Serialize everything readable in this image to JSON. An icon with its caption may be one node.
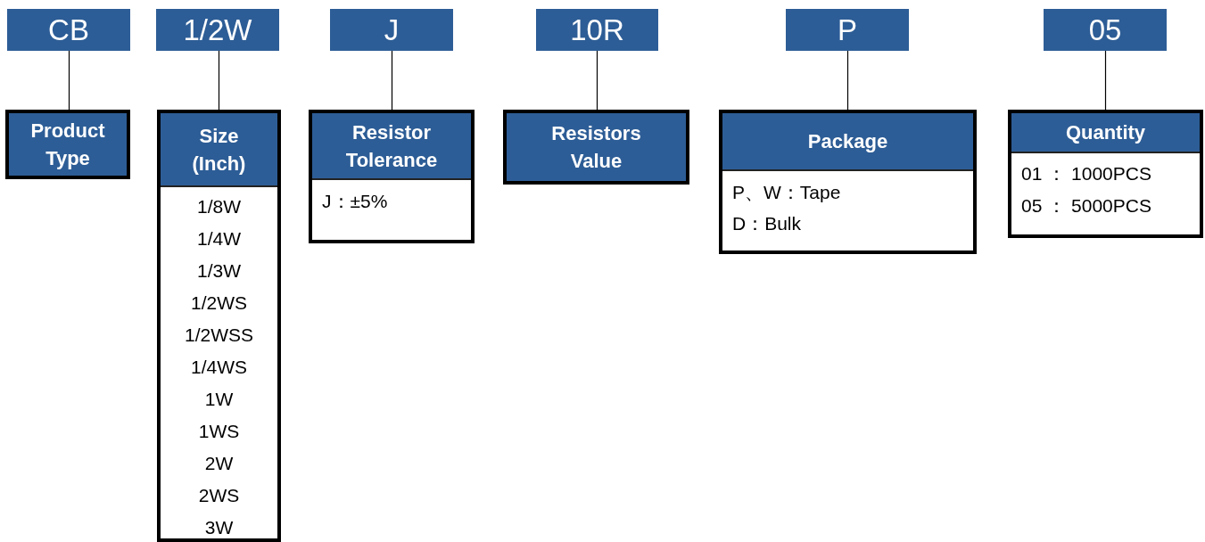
{
  "diagram": {
    "nodes": [
      {
        "text": [
          "CB"
        ]
      },
      {
        "text": [
          "1/2W"
        ]
      },
      {
        "text": [
          "J"
        ]
      },
      {
        "text": [
          "10R"
        ]
      },
      {
        "text": [
          "P"
        ]
      },
      {
        "text": [
          "05"
        ]
      },
      {
        "text": [
          "Product Type"
        ]
      },
      {
        "text": [
          "Size (Inch)",
          "1/8W",
          "1/4W",
          "1/3W",
          "1/2WS",
          "1/2WSS",
          "1/4WS",
          "1W",
          "1WS",
          "2W",
          "2WS",
          "3W"
        ]
      },
      {
        "text": [
          "Resistor Tolerance",
          "J：±5%"
        ]
      },
      {
        "text": [
          "Resistors Value"
        ]
      },
      {
        "text": [
          "Package",
          "P、W：Tape",
          "D：Bulk"
        ]
      },
      {
        "text": [
          "Quantity",
          "01 ： 1000PCS",
          "05 ： 5000PCS"
        ]
      }
    ],
    "edges": [
      {
        "from": 0,
        "to": 6,
        "arrow": "none"
      },
      {
        "from": 1,
        "to": 7,
        "arrow": "none"
      },
      {
        "from": 2,
        "to": 8,
        "arrow": "none"
      },
      {
        "from": 3,
        "to": 9,
        "arrow": "none"
      },
      {
        "from": 4,
        "to": 10,
        "arrow": "none"
      },
      {
        "from": 5,
        "to": 11,
        "arrow": "none"
      }
    ]
  }
}
